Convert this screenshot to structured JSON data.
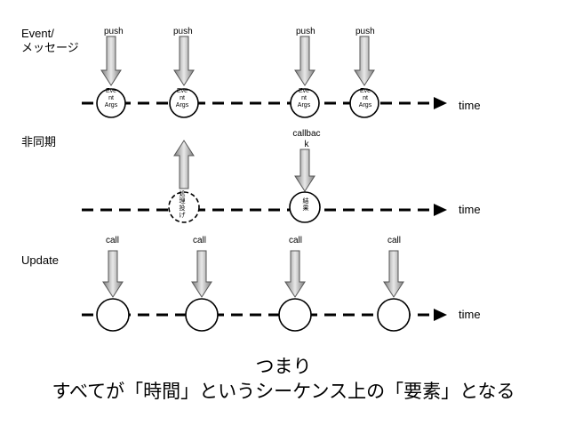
{
  "sections": {
    "event": "Event/\nメッセージ",
    "async": "非同期",
    "update": "Update"
  },
  "time_label": "time",
  "event_row": {
    "push_label": "push",
    "node_text": "Eve\nnt\nArgs",
    "node_count": 4
  },
  "async_row": {
    "callback_label": "callbac\nk",
    "dispatch_text": "処\n理\n投\nげ",
    "result_text": "結\n果"
  },
  "update_row": {
    "call_label": "call",
    "node_count": 4
  },
  "caption": {
    "line1": "つまり",
    "line2": "すべてが「時間」というシーケンス上の「要素」となる"
  }
}
